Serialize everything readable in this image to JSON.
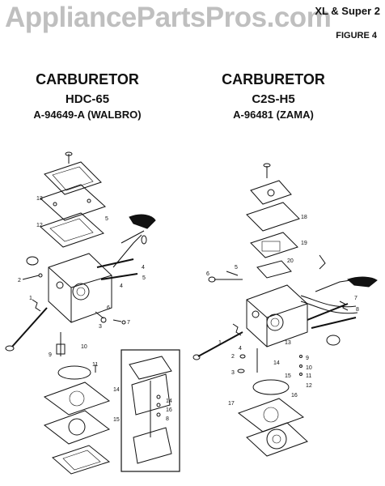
{
  "watermark": "AppliancePartsPros.com",
  "header": {
    "model": "XL & Super 2",
    "figure": "FIGURE 4"
  },
  "left": {
    "title": "CARBURETOR",
    "model": "HDC-65",
    "part": "A-94649-A (WALBRO)",
    "callouts": [
      "1",
      "2",
      "3",
      "4",
      "5",
      "6",
      "7",
      "8",
      "9",
      "10",
      "11",
      "12",
      "13",
      "14",
      "15",
      "16"
    ]
  },
  "right": {
    "title": "CARBURETOR",
    "model": "C2S-H5",
    "part": "A-96481 (ZAMA)",
    "callouts": [
      "1",
      "2",
      "3",
      "4",
      "5",
      "6",
      "7",
      "8",
      "9",
      "10",
      "11",
      "12",
      "13",
      "14",
      "15",
      "16",
      "17",
      "18",
      "19",
      "20"
    ]
  }
}
